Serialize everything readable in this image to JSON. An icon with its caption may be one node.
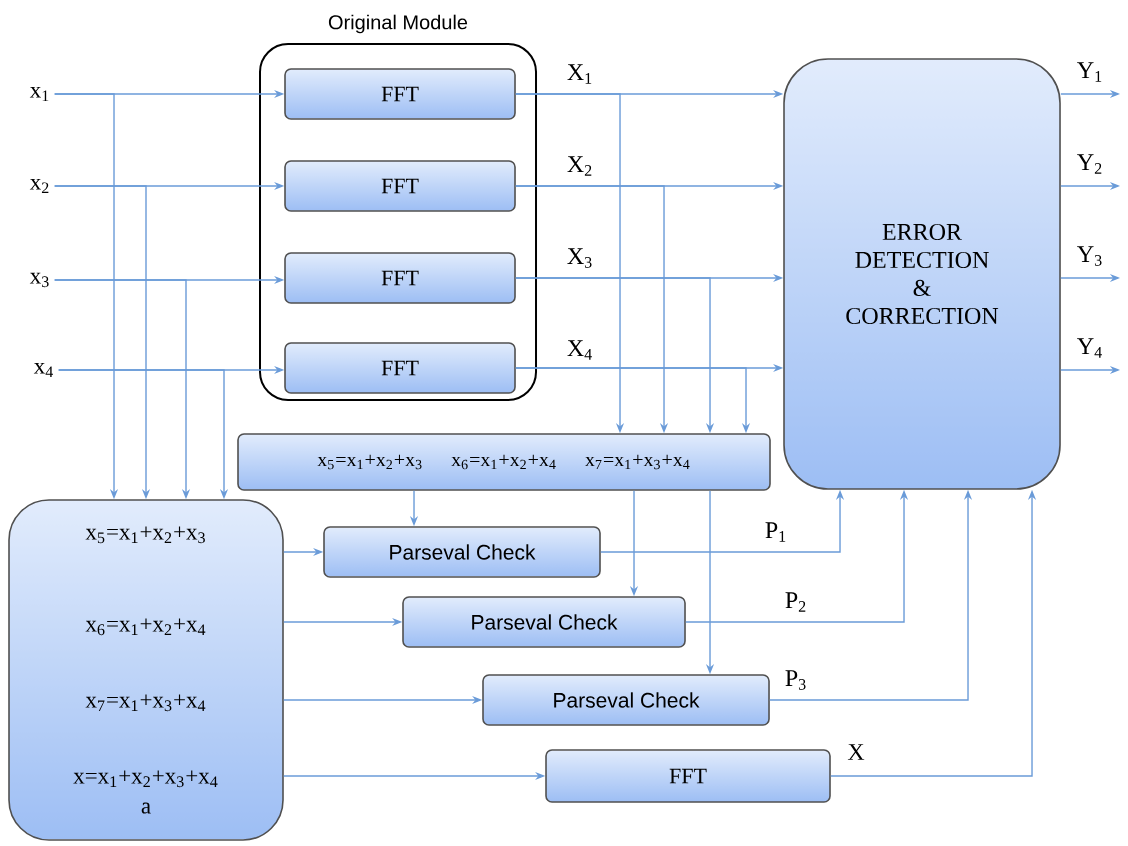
{
  "diagram": {
    "nodes": [
      {
        "text": [
          "Original Module"
        ]
      },
      {
        "text": [
          "FFT"
        ],
        "in": 0
      },
      {
        "text": [
          "FFT"
        ],
        "in": 0
      },
      {
        "text": [
          "FFT"
        ],
        "in": 0
      },
      {
        "text": [
          "FFT"
        ],
        "in": 0
      },
      {
        "text": [
          "ERROR DETECTION & CORRECTION"
        ]
      },
      {
        "text": [
          "x$_{5}$=x$_{1}$+x$_{2}$+x$_{3}$",
          "x$_{6}$=x$_{1}$+x$_{2}$+x$_{4}$",
          "x$_{7}$=x$_{1}$+x$_{3}$+x$_{4}$"
        ]
      },
      {
        "text": [
          "x$_{5}$=x$_{1}$+x$_{2}$+x$_{3}$",
          "x$_{6}$=x$_{1}$+x$_{2}$+x$_{4}$",
          "x$_{7}$=x$_{1}$+x$_{3}$+x$_{4}$",
          "x=x$_{1}$+x$_{2}$+x$_{3}$+x$_{4}$",
          "a"
        ]
      },
      {
        "text": [
          "Parseval Check"
        ]
      },
      {
        "text": [
          "Parseval Check"
        ]
      },
      {
        "text": [
          "Parseval Check"
        ]
      },
      {
        "text": [
          "FFT"
        ]
      },
      {
        "text": [
          "x$_{1}$"
        ]
      },
      {
        "text": [
          "x$_{2}$"
        ]
      },
      {
        "text": [
          "x$_{3}$"
        ]
      },
      {
        "text": [
          "x$_{4}$"
        ]
      }
    ],
    "edges": [
      {
        "from": 12,
        "to": 1,
        "arrow": "to"
      },
      {
        "from": 13,
        "to": 2,
        "arrow": "to"
      },
      {
        "from": 14,
        "to": 3,
        "arrow": "to"
      },
      {
        "from": 15,
        "to": 4,
        "arrow": "to"
      },
      {
        "from": 12,
        "to": 7,
        "arrow": "to"
      },
      {
        "from": 13,
        "to": 7,
        "arrow": "to"
      },
      {
        "from": 14,
        "to": 7,
        "arrow": "to"
      },
      {
        "from": 15,
        "to": 7,
        "arrow": "to"
      },
      {
        "from": 1,
        "to": 5,
        "arrow": "to",
        "label": "X$_{1}$"
      },
      {
        "from": 2,
        "to": 5,
        "arrow": "to",
        "label": "X$_{2}$"
      },
      {
        "from": 3,
        "to": 5,
        "arrow": "to",
        "label": "X$_{3}$"
      },
      {
        "from": 4,
        "to": 5,
        "arrow": "to",
        "label": "X$_{4}$"
      },
      {
        "from": 1,
        "to": 6,
        "arrow": "to"
      },
      {
        "from": 2,
        "to": 6,
        "arrow": "to"
      },
      {
        "from": 3,
        "to": 6,
        "arrow": "to"
      },
      {
        "from": 4,
        "to": 6,
        "arrow": "to"
      },
      {
        "from": 6,
        "to": 8,
        "arrow": "to"
      },
      {
        "from": 6,
        "to": 9,
        "arrow": "to"
      },
      {
        "from": 6,
        "to": 10,
        "arrow": "to"
      },
      {
        "from": 7,
        "to": 8,
        "arrow": "to"
      },
      {
        "from": 7,
        "to": 9,
        "arrow": "to"
      },
      {
        "from": 7,
        "to": 10,
        "arrow": "to"
      },
      {
        "from": 7,
        "to": 11,
        "arrow": "to"
      },
      {
        "from": 8,
        "to": 5,
        "arrow": "to",
        "label": "P$_{1}$"
      },
      {
        "from": 9,
        "to": 5,
        "arrow": "to",
        "label": "P$_{2}$"
      },
      {
        "from": 10,
        "to": 5,
        "arrow": "to",
        "label": "P$_{3}$"
      },
      {
        "from": 11,
        "to": 5,
        "arrow": "to",
        "label": "X"
      },
      {
        "from": 5,
        "to": null,
        "arrow": "to",
        "label": "Y$_{1}$"
      },
      {
        "from": 5,
        "to": null,
        "arrow": "to",
        "label": "Y$_{2}$"
      },
      {
        "from": 5,
        "to": null,
        "arrow": "to",
        "label": "Y$_{3}$"
      },
      {
        "from": 5,
        "to": null,
        "arrow": "to",
        "label": "Y$_{4}$"
      }
    ]
  }
}
